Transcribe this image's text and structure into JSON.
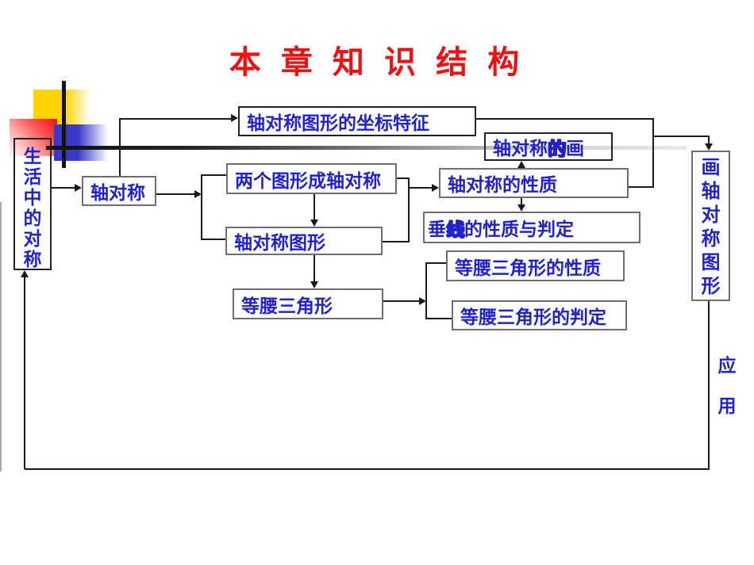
{
  "title": "本 章 知 识 结 构",
  "nodes": {
    "life_symmetry": "生活中的对称",
    "axis_symmetry": "轴对称",
    "coord_features": "轴对称图形的坐标特征",
    "two_figures": "两个图形成轴对称",
    "axis_figures": "轴对称图形",
    "axis_properties": "轴对称的性质",
    "axis_drawing": {
      "prefix": "轴对称",
      "overlap": "的",
      "suffix": "画"
    },
    "perp_bisector": {
      "prefix": "垂",
      "overlap": "线",
      "suffix": "的性质与判定"
    },
    "isosceles": "等腰三角形",
    "isosceles_properties": "等腰三角形的性质",
    "isosceles_judgment": "等腰三角形的判定",
    "draw_axis_figures": "画轴对称图形",
    "application": "应用"
  },
  "colors": {
    "title_red": "#ee1111",
    "text_blue": "#2222cc",
    "line_black": "#1a1a1a",
    "deco_yellow": "#ffd400",
    "deco_blue": "#3a3ac8",
    "deco_red": "#ee1111"
  }
}
